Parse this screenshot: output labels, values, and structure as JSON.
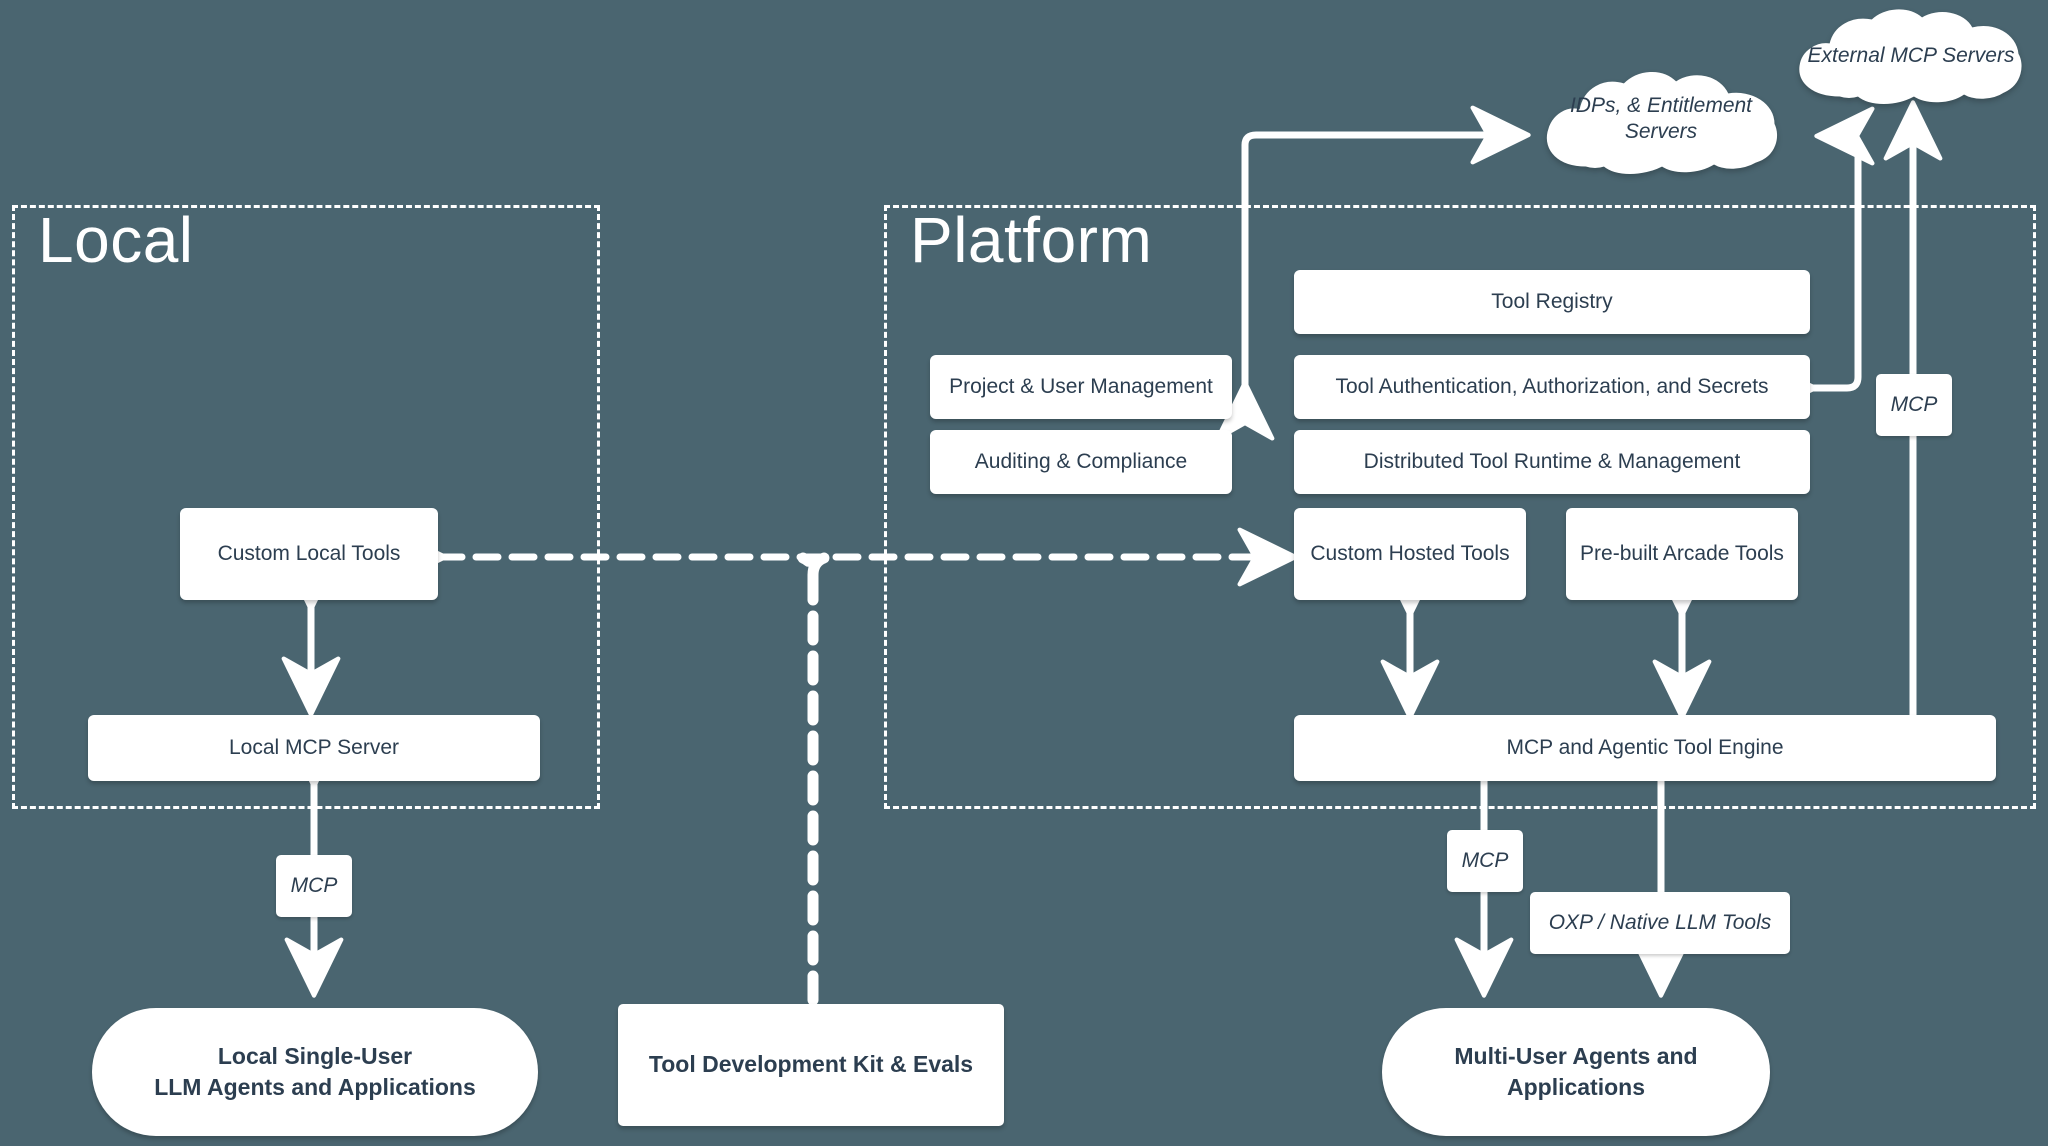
{
  "diagram": {
    "title": "Arcade Tool Platform Architecture",
    "background_color": "#4a6570",
    "node_fill": "#ffffff",
    "node_text_color": "#2c3e50",
    "stroke_color": "#ffffff"
  },
  "zones": [
    {
      "id": "local",
      "label": "Local"
    },
    {
      "id": "platform",
      "label": "Platform"
    }
  ],
  "local": {
    "custom_local_tools": "Custom Local Tools",
    "local_mcp_server": "Local MCP Server",
    "mcp_tag": "MCP",
    "agents": "Local Single-User\nLLM Agents and Applications",
    "agents_line1": "Local Single-User",
    "agents_line2": "LLM Agents and Applications"
  },
  "platform": {
    "project_user_management": "Project & User Management",
    "auditing_compliance": "Auditing & Compliance",
    "tool_registry": "Tool Registry",
    "tool_auth": "Tool Authentication, Authorization, and Secrets",
    "distributed_runtime": "Distributed Tool Runtime & Management",
    "custom_hosted_tools": "Custom Hosted Tools",
    "prebuilt_arcade_tools": "Pre-built Arcade Tools",
    "mcp_agentic_engine": "MCP and Agentic Tool Engine",
    "mcp_tag_engine": "MCP",
    "mcp_tag_external": "MCP",
    "oxp_native_llm_tools": "OXP / Native LLM Tools",
    "agents_line1": "Multi-User Agents and",
    "agents_line2": "Applications"
  },
  "clouds": [
    {
      "id": "external-mcp-servers",
      "label": "External MCP Servers"
    },
    {
      "id": "idps-entitlement-servers",
      "label_line1": "IDPs, & Entitlement",
      "label_line2": "Servers"
    }
  ],
  "shared": {
    "tool_development_kit": "Tool Development Kit & Evals"
  }
}
